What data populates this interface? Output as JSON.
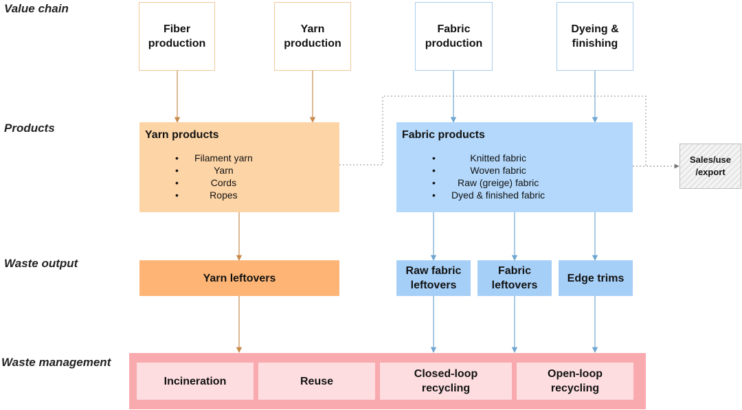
{
  "row_labels": {
    "value_chain": "Value chain",
    "products": "Products",
    "waste_output": "Waste output",
    "waste_management": "Waste management"
  },
  "value_chain": {
    "fiber": "Fiber production",
    "yarn": "Yarn production",
    "fabric": "Fabric production",
    "dyeing": "Dyeing & finishing"
  },
  "products": {
    "yarn": {
      "title": "Yarn products",
      "items": [
        "Filament yarn",
        "Yarn",
        "Cords",
        "Ropes"
      ]
    },
    "fabric": {
      "title": "Fabric products",
      "items": [
        "Knitted fabric",
        "Woven fabric",
        "Raw (greige) fabric",
        "Dyed & finished fabric"
      ]
    }
  },
  "sales": "Sales/use /export",
  "waste_output": {
    "yarn_leftovers": "Yarn leftovers",
    "raw_fabric_leftovers": "Raw fabric leftovers",
    "fabric_leftovers": "Fabric leftovers",
    "edge_trims": "Edge trims"
  },
  "waste_management": {
    "incineration": "Incineration",
    "reuse": "Reuse",
    "closed_loop": "Closed-loop recycling",
    "open_loop": "Open-loop recycling"
  },
  "colors": {
    "orange_arrow": "#c98a4c",
    "blue_arrow": "#6fa6d2",
    "dotted_connector": "#8a8a8a"
  }
}
